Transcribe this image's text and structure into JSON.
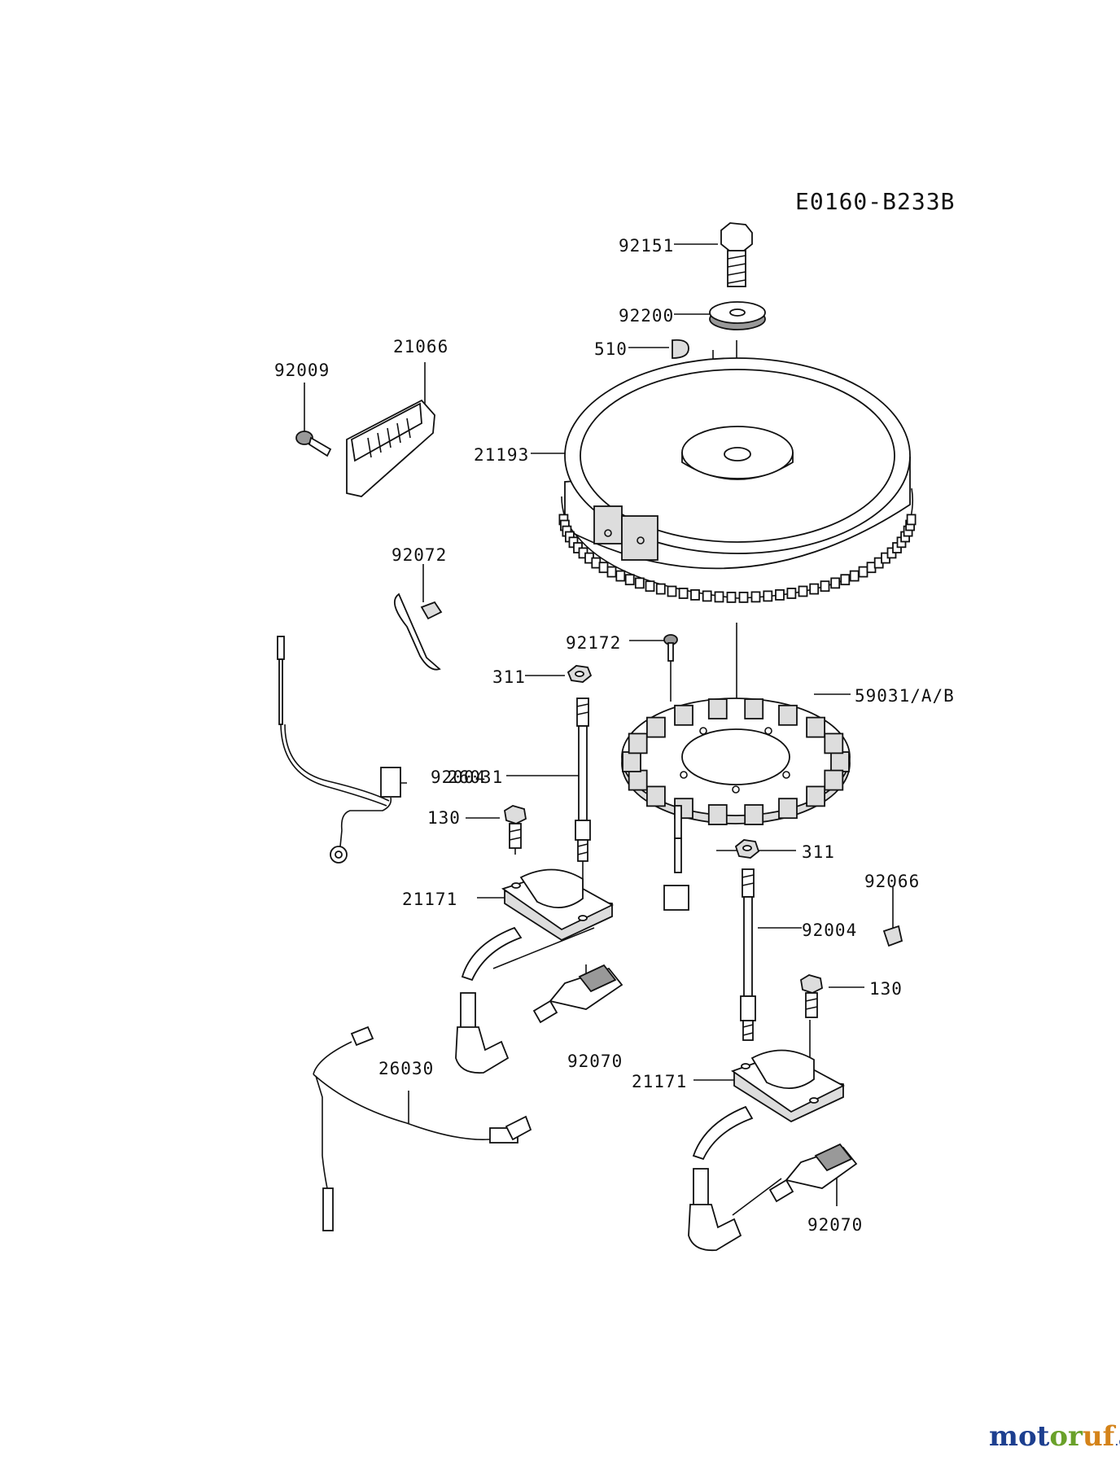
{
  "diagram_code": "E0160-B233B",
  "watermark": {
    "main": "motoruf",
    "suffix": ".de",
    "colors": {
      "m_o_t": "#1d3f8f",
      "o_r": "#6aa12a",
      "u_f": "#d4831a"
    }
  },
  "parts": [
    {
      "id": "p92151",
      "label": "92151",
      "name": "flywheel-bolt"
    },
    {
      "id": "p92200",
      "label": "92200",
      "name": "flywheel-washer"
    },
    {
      "id": "p510",
      "label": "510",
      "name": "flywheel-key"
    },
    {
      "id": "p21193",
      "label": "21193",
      "name": "flywheel"
    },
    {
      "id": "p21066",
      "label": "21066",
      "name": "regulator"
    },
    {
      "id": "p92009",
      "label": "92009",
      "name": "regulator-screw"
    },
    {
      "id": "p92072",
      "label": "92072",
      "name": "wire-clamp"
    },
    {
      "id": "p92172",
      "label": "92172",
      "name": "stator-screw"
    },
    {
      "id": "p311a",
      "label": "311",
      "name": "nut-left"
    },
    {
      "id": "p59031",
      "label": "59031/A/B",
      "name": "stator"
    },
    {
      "id": "p26031",
      "label": "26031",
      "name": "wiring-lead-26031"
    },
    {
      "id": "p92004a",
      "label": "92004",
      "name": "stud-left"
    },
    {
      "id": "p130a",
      "label": "130",
      "name": "bolt-left"
    },
    {
      "id": "p21171a",
      "label": "21171",
      "name": "ignition-coil-left"
    },
    {
      "id": "p92070a",
      "label": "92070",
      "name": "spark-plug-left"
    },
    {
      "id": "p26030",
      "label": "26030",
      "name": "wiring-lead-26030"
    },
    {
      "id": "p311b",
      "label": "311",
      "name": "nut-right"
    },
    {
      "id": "p92066",
      "label": "92066",
      "name": "plug-92066"
    },
    {
      "id": "p92004b",
      "label": "92004",
      "name": "stud-right"
    },
    {
      "id": "p130b",
      "label": "130",
      "name": "bolt-right"
    },
    {
      "id": "p21171b",
      "label": "21171",
      "name": "ignition-coil-right"
    },
    {
      "id": "p92070b",
      "label": "92070",
      "name": "spark-plug-right"
    }
  ]
}
